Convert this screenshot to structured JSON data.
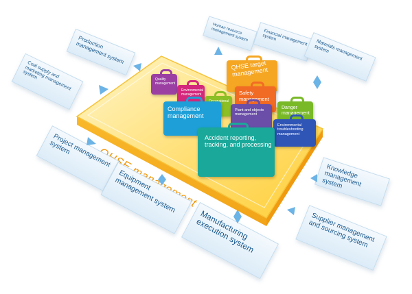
{
  "platform": {
    "label": "QHSE management system"
  },
  "systems": {
    "production": "Production management system",
    "coal": "Coal supply and marketing management system",
    "human_resource": "Human resource management system",
    "financial": "Financial management system",
    "materials": "Materials management system",
    "project": "Project management system",
    "equipment": "Equipment management system",
    "manufacturing": "Manufacturing execution system",
    "knowledge": "Knowledge management system",
    "supplier": "Supplier management and sourcing system"
  },
  "modules": {
    "qhse_target": "QHSE target management",
    "quality": "Quality management",
    "environmental_mgmt": "Environmental management",
    "occupational": "Occupational health",
    "safety": "Safety management",
    "danger": "Danger management",
    "plant_objects": "Plant and objects management",
    "environmental_trouble": "Environmental troubleshooting management",
    "compliance": "Compliance management",
    "accident": "Accident reporting, tracking, and processing"
  },
  "colors": {
    "platform": "#ffd24a",
    "qhse_target": "#f5a623",
    "quality": "#9b3fa3",
    "environmental_mgmt": "#d4287c",
    "occupational": "#8cbf26",
    "safety": "#f26b24",
    "danger": "#79b928",
    "plant_objects": "#6a4ea8",
    "environmental_trouble": "#2f55b6",
    "compliance": "#1e9fd8",
    "accident": "#1aa89a",
    "text": "#1c5a8f",
    "arrow": "#6cb3e6"
  }
}
